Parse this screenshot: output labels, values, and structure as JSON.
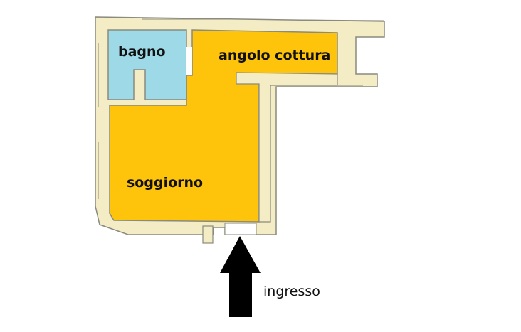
{
  "rooms": {
    "bagno": {
      "label": "bagno"
    },
    "angolo_cottura": {
      "label": "angolo cottura"
    },
    "soggiorno": {
      "label": "soggiorno"
    }
  },
  "entrance": {
    "label": "ingresso"
  },
  "colors": {
    "living_area": "#fec40c",
    "bathroom": "#9dd9e7",
    "wall": "#f3ecc4",
    "wall_outline": "#8a8a7e",
    "arrow": "#000000"
  }
}
